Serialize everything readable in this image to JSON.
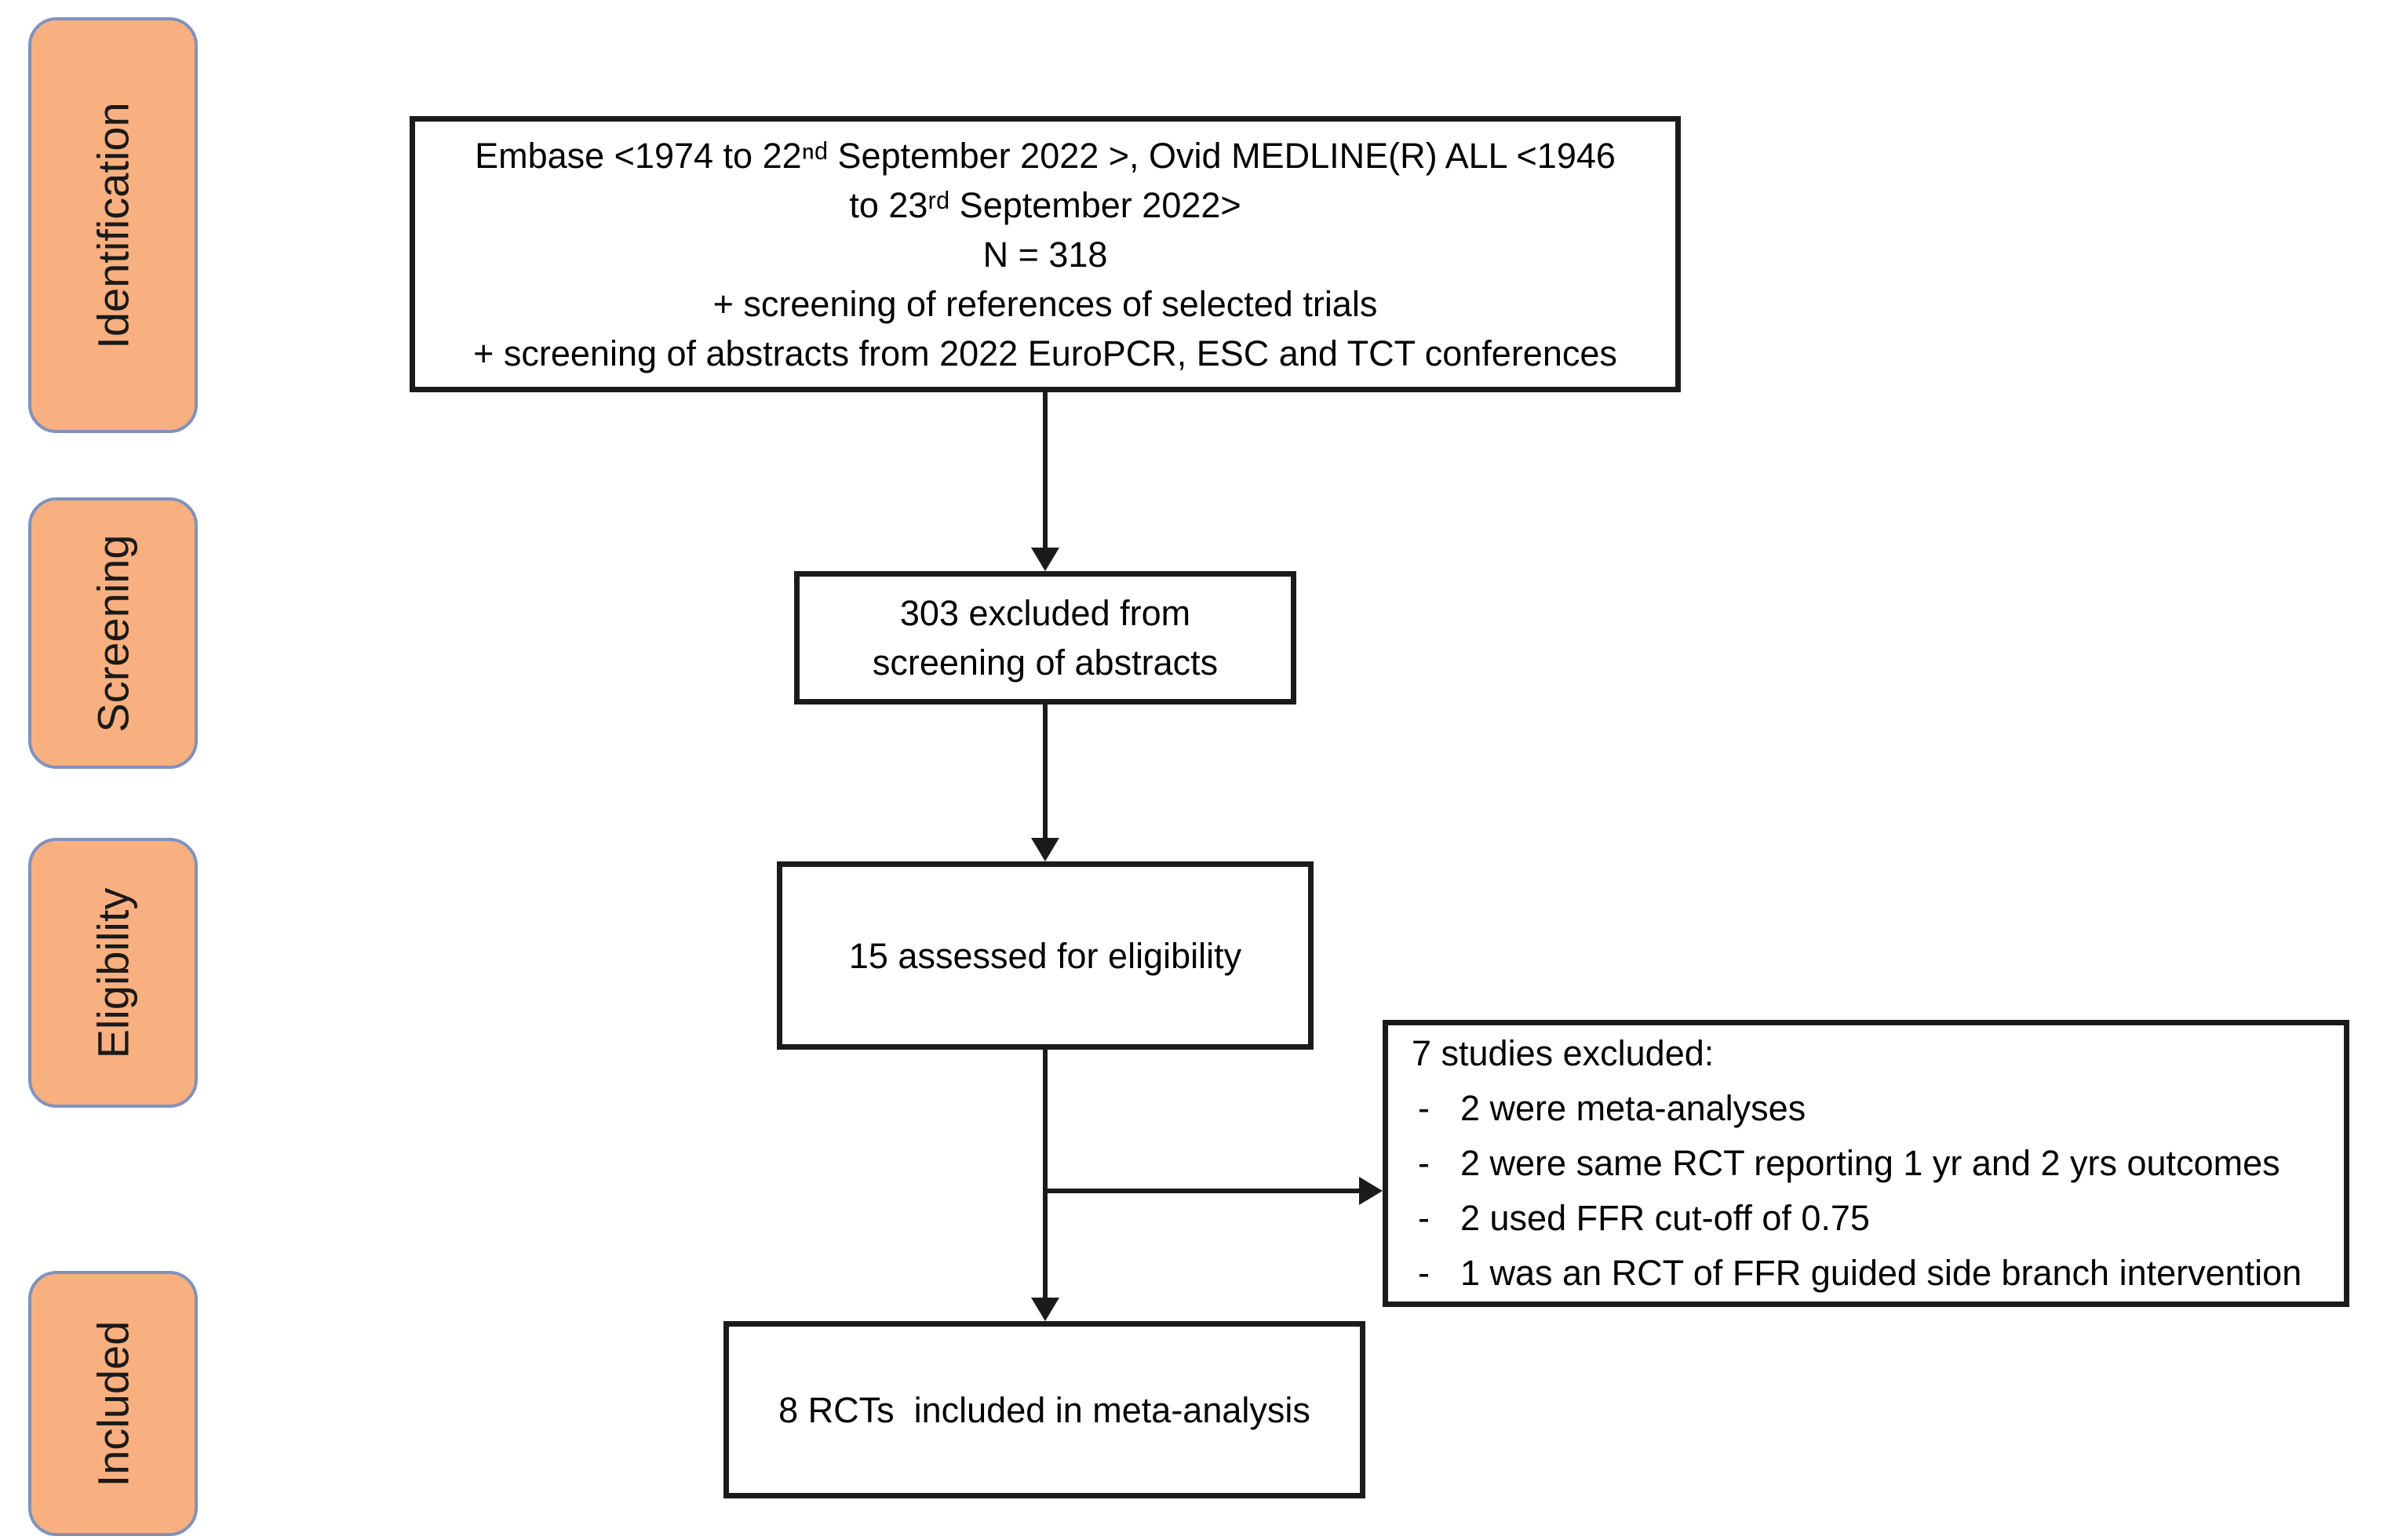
{
  "stages": [
    {
      "label": "Identification"
    },
    {
      "label": "Screening"
    },
    {
      "label": "Eligibility"
    },
    {
      "label": "Included"
    }
  ],
  "boxes": {
    "identification_sources": {
      "lines": [
        "Embase <1974 to 22ⁿᵈ September 2022 >, Ovid MEDLINE(R) ALL <1946",
        "to 23ʳᵈ September 2022>",
        "N = 318",
        "+ screening of references of selected trials",
        "+ screening of abstracts from 2022 EuroPCR, ESC and TCT conferences"
      ]
    },
    "screening_excluded": {
      "lines": [
        "303 excluded from",
        "screening of abstracts"
      ]
    },
    "eligibility_assessed": {
      "text": "15 assessed for eligibility"
    },
    "exclusion_reasons": {
      "title": "7 studies excluded:",
      "bullet_marker": "-",
      "items": [
        "2 were meta-analyses",
        "2 were same RCT reporting 1 yr and 2 yrs outcomes",
        "2 used FFR cut-off of 0.75",
        "1 was an RCT of FFR guided side branch intervention"
      ]
    },
    "included_final": {
      "text": "8 RCTs  included in meta-analysis"
    }
  },
  "colors": {
    "stage_fill": "#F9B080",
    "stage_border": "#8092BC",
    "box_border": "#1B1B1B",
    "connector": "#1B1B1B",
    "text": "#000000"
  }
}
